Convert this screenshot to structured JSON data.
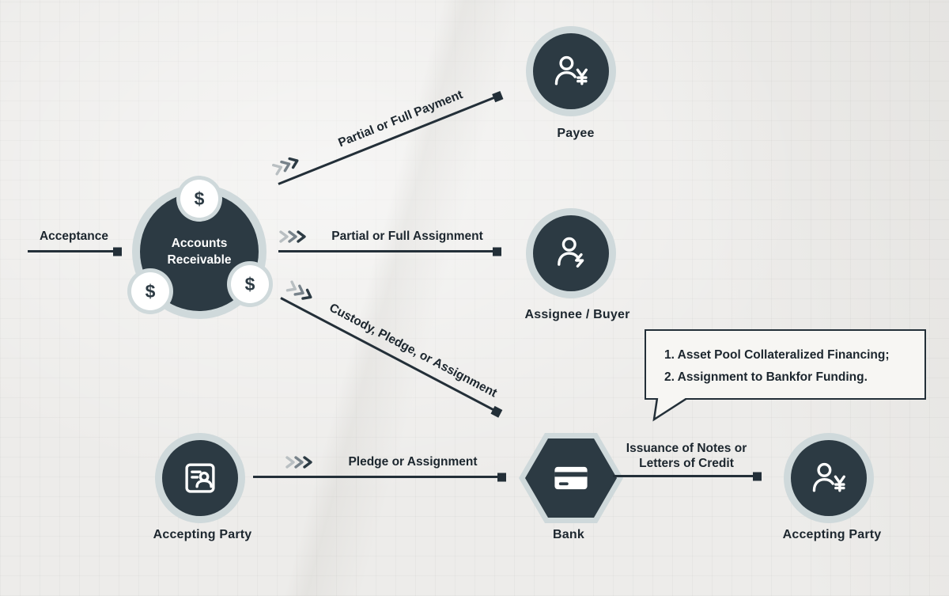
{
  "colors": {
    "dark": "#2c3a43",
    "halo": "#cfd9db",
    "line": "#232f38",
    "text": "#1c262e",
    "paper": "#edecea",
    "bubble_bg": "#f7f6f3",
    "chevron_light": "#b9bfc2",
    "chevron_mid": "#77828a"
  },
  "nodes": {
    "accounts_receivable": {
      "line1": "Accounts",
      "line2": "Receivable",
      "badge": "$"
    },
    "payee": {
      "label": "Payee"
    },
    "assignee_buyer": {
      "label": "Assignee / Buyer"
    },
    "accepting_party_left": {
      "label": "Accepting Party"
    },
    "bank": {
      "label": "Bank"
    },
    "accepting_party_right": {
      "label": "Accepting Party"
    }
  },
  "edges": {
    "acceptance": {
      "label": "Acceptance"
    },
    "partial_or_full_payment": {
      "label": "Partial or Full Payment"
    },
    "partial_or_full_assignment": {
      "label": "Partial or Full Assignment"
    },
    "custody_pledge_assignment": {
      "label": "Custody, Pledge, or Assignment"
    },
    "pledge_or_assignment": {
      "label": "Pledge or Assignment"
    },
    "issuance": {
      "line1": "Issuance of Notes or",
      "line2": "Letters of Credit"
    }
  },
  "callout": {
    "line1": "1. Asset Pool Collateralized Financing;",
    "line2": "2. Assignment to Bankfor Funding."
  }
}
